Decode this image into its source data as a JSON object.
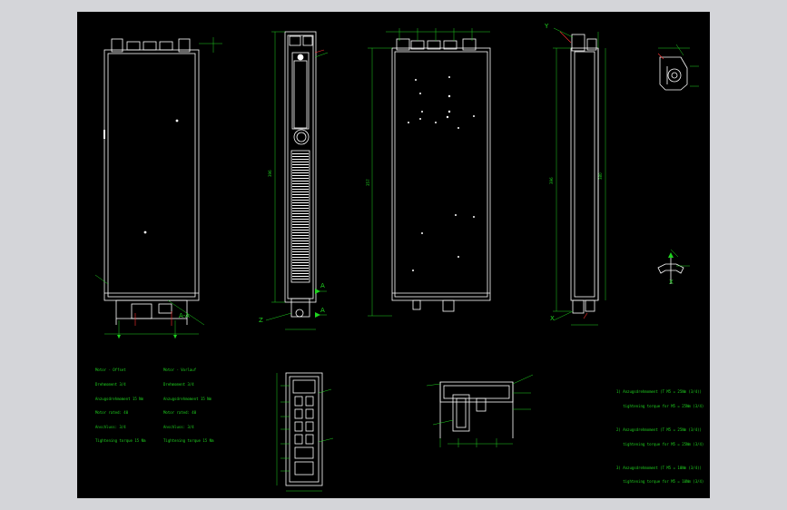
{
  "colors": {
    "frame": "#d4d5d9",
    "sheet": "#000000",
    "lines": "#ffffff",
    "annotation": "#1fd31f",
    "leader": "#ff3030"
  },
  "labels": {
    "section_aa": "A-A",
    "view_a_top": "A",
    "view_a_bottom": "A",
    "view_z": "Z",
    "view_y": "Y",
    "view_x_side": "X",
    "view_x_detail": "X"
  },
  "notes": {
    "left_block_1": [
      "Motor - Offset",
      "Drehmoment 3/4",
      "Anzugsdrehmoment 15 Nm",
      "Motor rated: 40",
      "Anschluss: 3/4",
      "Tightening torque 15 Nm"
    ],
    "left_block_2": [
      "Motor - Vorlauf",
      "Drehmoment 3/4",
      "Anzugsdrehmoment 15 Nm",
      "Motor rated: 40",
      "Anschluss: 3/4",
      "Tightening torque 15 Nm"
    ],
    "right_block": [
      "1) Anzugsdrehmoment (T M5 = 25Nm (3/4))",
      "   tightening torque for M5 = 25Nm (3/4)",
      "",
      "2) Anzugsdrehmoment (T M5 = 25Nm (3/4))",
      "   tightening torque for M5 = 25Nm (3/4)",
      "",
      "3) Anzugsdrehmoment (T M5 = 10Nm (3/4))",
      "   tightening torque for M5 = 10Nm (3/4)"
    ]
  },
  "dims": {
    "height_front": "396",
    "height_body": "357",
    "height_side": "396",
    "height_rear": "380"
  }
}
